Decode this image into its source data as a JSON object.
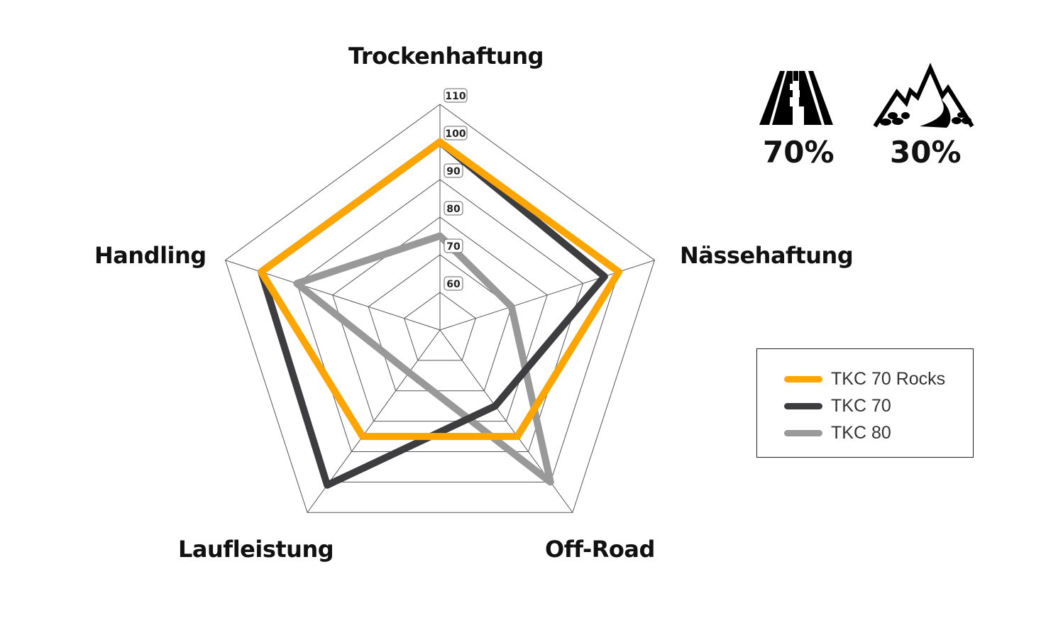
{
  "chart_data": {
    "type": "radar",
    "axes": [
      "Trockenhaftung",
      "Nässehaftung",
      "Off-Road",
      "Laufleistung",
      "Handling"
    ],
    "rlim": [
      50,
      110
    ],
    "ticks": [
      60,
      70,
      80,
      90,
      100,
      110
    ],
    "tick_labels": [
      "60",
      "70",
      "80",
      "90",
      "100",
      "110"
    ],
    "series": [
      {
        "name": "TKC 80",
        "color": "#999999",
        "values": [
          75,
          70,
          100,
          64,
          90
        ]
      },
      {
        "name": "TKC 70",
        "color": "#3d3d3f",
        "values": [
          100,
          96,
          75,
          101,
          100
        ]
      },
      {
        "name": "TKC 70 Rocks",
        "color": "#ffa500",
        "values": [
          100,
          100,
          85,
          85,
          100
        ]
      }
    ],
    "legend": {
      "position": "right",
      "entries": [
        "TKC 70 Rocks",
        "TKC 70",
        "TKC 80"
      ]
    },
    "grid": true
  },
  "usage": [
    {
      "icon": "road-icon",
      "label": "70%"
    },
    {
      "icon": "mountain-offroad-icon",
      "label": "30%"
    }
  ]
}
